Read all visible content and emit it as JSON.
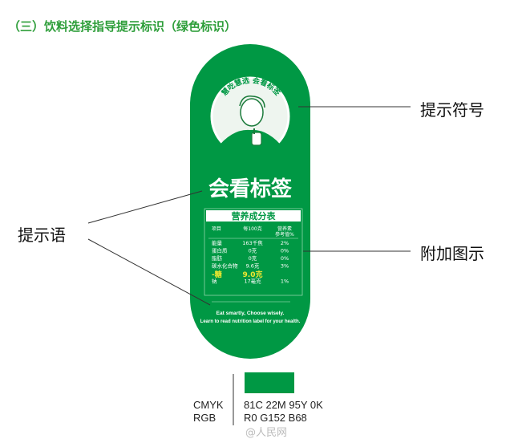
{
  "title": "（三）饮料选择指导提示标识（绿色标识）",
  "colors": {
    "brand_green": "#009844",
    "title_green": "#2e9e3a"
  },
  "label": {
    "badge_text": "慧吃慧选 会看标签",
    "headline": "会看标签",
    "table_title": "营养成分表",
    "table_header": {
      "item": "项目",
      "per": "每100克",
      "nrv_line1": "营养素",
      "nrv_line2": "参考值%"
    },
    "rows": [
      {
        "name": "能量",
        "value": "163千焦",
        "nrv": "2%"
      },
      {
        "name": "蛋白质",
        "value": "0克",
        "nrv": "0%"
      },
      {
        "name": "脂肪",
        "value": "0克",
        "nrv": "0%"
      },
      {
        "name": "碳水化合物",
        "value": "9.6克",
        "nrv": "3%"
      },
      {
        "name": "-糖",
        "value": "9.0克",
        "nrv": ""
      },
      {
        "name": "钠",
        "value": "17毫克",
        "nrv": "1%"
      }
    ],
    "slogan_line1": "Eat smartly, Choose wisely.",
    "slogan_line2": "Learn to read nutrition label for your health."
  },
  "callouts": {
    "symbol": "提示符号",
    "phrase": "提示语",
    "graphic": "附加图示"
  },
  "spec": {
    "cmyk_label": "CMYK",
    "cmyk_value": "81C 22M 95Y 0K",
    "rgb_label": "RGB",
    "rgb_value": "R0 G152 B68"
  },
  "watermark": "@人民网"
}
